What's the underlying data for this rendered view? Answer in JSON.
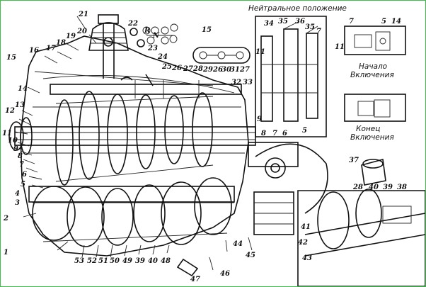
{
  "captions": {
    "neutral": "Нейтральное положение",
    "start_1": "Начало",
    "start_2": "Включения",
    "end_1": "Конец",
    "end_2": "Включения"
  },
  "labels": {
    "n1": "1",
    "n2": "2",
    "n3": "3",
    "n4": "4",
    "n5": "5",
    "n6": "6",
    "n7": "7",
    "n8": "8",
    "n9": "9",
    "n10": "10",
    "n11": "11",
    "n12": "12",
    "n13": "13",
    "n14": "14",
    "n15": "15",
    "n16": "16",
    "n17": "17",
    "n18": "18",
    "n19": "19",
    "n20": "20",
    "n21": "21",
    "n22": "22",
    "n23": "23",
    "n24": "24",
    "n25": "25",
    "n26": "26",
    "n27": "27",
    "n28": "28",
    "n29": "29",
    "n30": "30",
    "n31": "31",
    "n32": "32",
    "n33": "33",
    "n34": "34",
    "n35": "35",
    "n36": "36",
    "n37": "37",
    "n38": "38",
    "n39": "39",
    "n40": "40",
    "n41": "41",
    "n42": "42",
    "n43": "43",
    "n44": "44",
    "n45": "45",
    "n46": "46",
    "n47": "47",
    "n48": "48",
    "n49": "49",
    "n50": "50",
    "n51": "51",
    "n52": "52",
    "n53": "53",
    "gear_rh": "R",
    "gear_n": "N"
  },
  "colors": {
    "frame": "#3bbf4a",
    "ink": "#111111"
  }
}
